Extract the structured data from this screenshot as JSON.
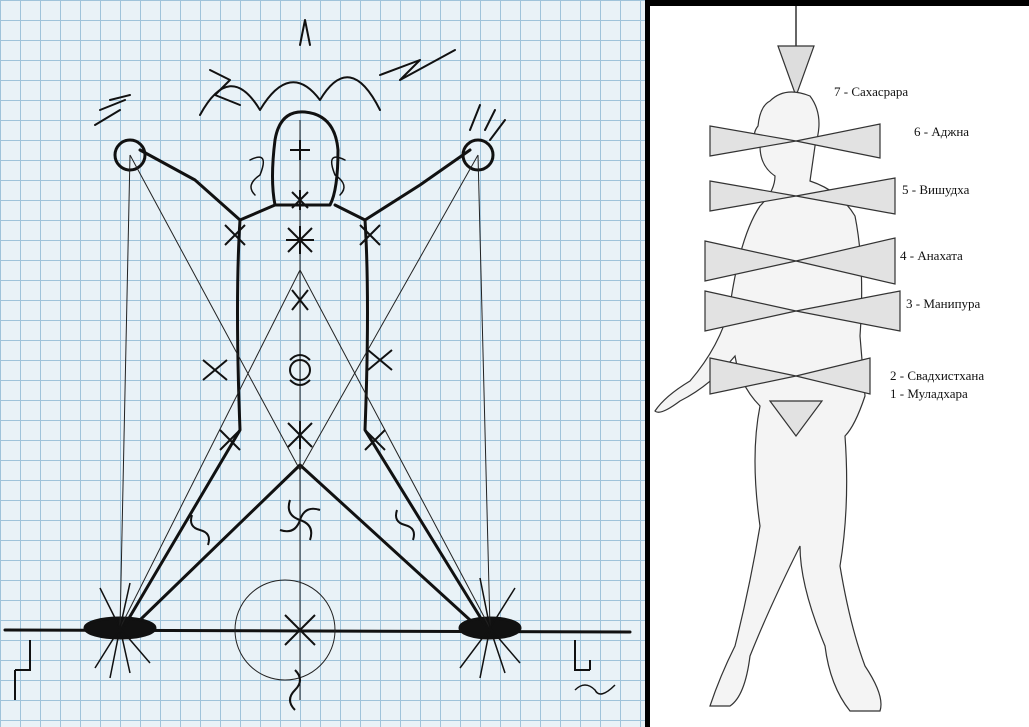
{
  "left_panel": {
    "description_icon": "hand-drawn-energy-figure"
  },
  "right_panel": {
    "figure_icon": "walking-man-with-chakras",
    "chakras": [
      {
        "label": "7 - Сахасрара"
      },
      {
        "label": "6 - Аджна"
      },
      {
        "label": "5 - Вишудха"
      },
      {
        "label": "4 - Анахата"
      },
      {
        "label": "3 - Манипура"
      },
      {
        "label": "2 - Свадхистхана"
      },
      {
        "label": "1 - Муладхара"
      }
    ]
  },
  "colors": {
    "ink": "#111111",
    "grid": "#9fc3da",
    "paper": "#e9f2f7",
    "frame": "#000000"
  }
}
